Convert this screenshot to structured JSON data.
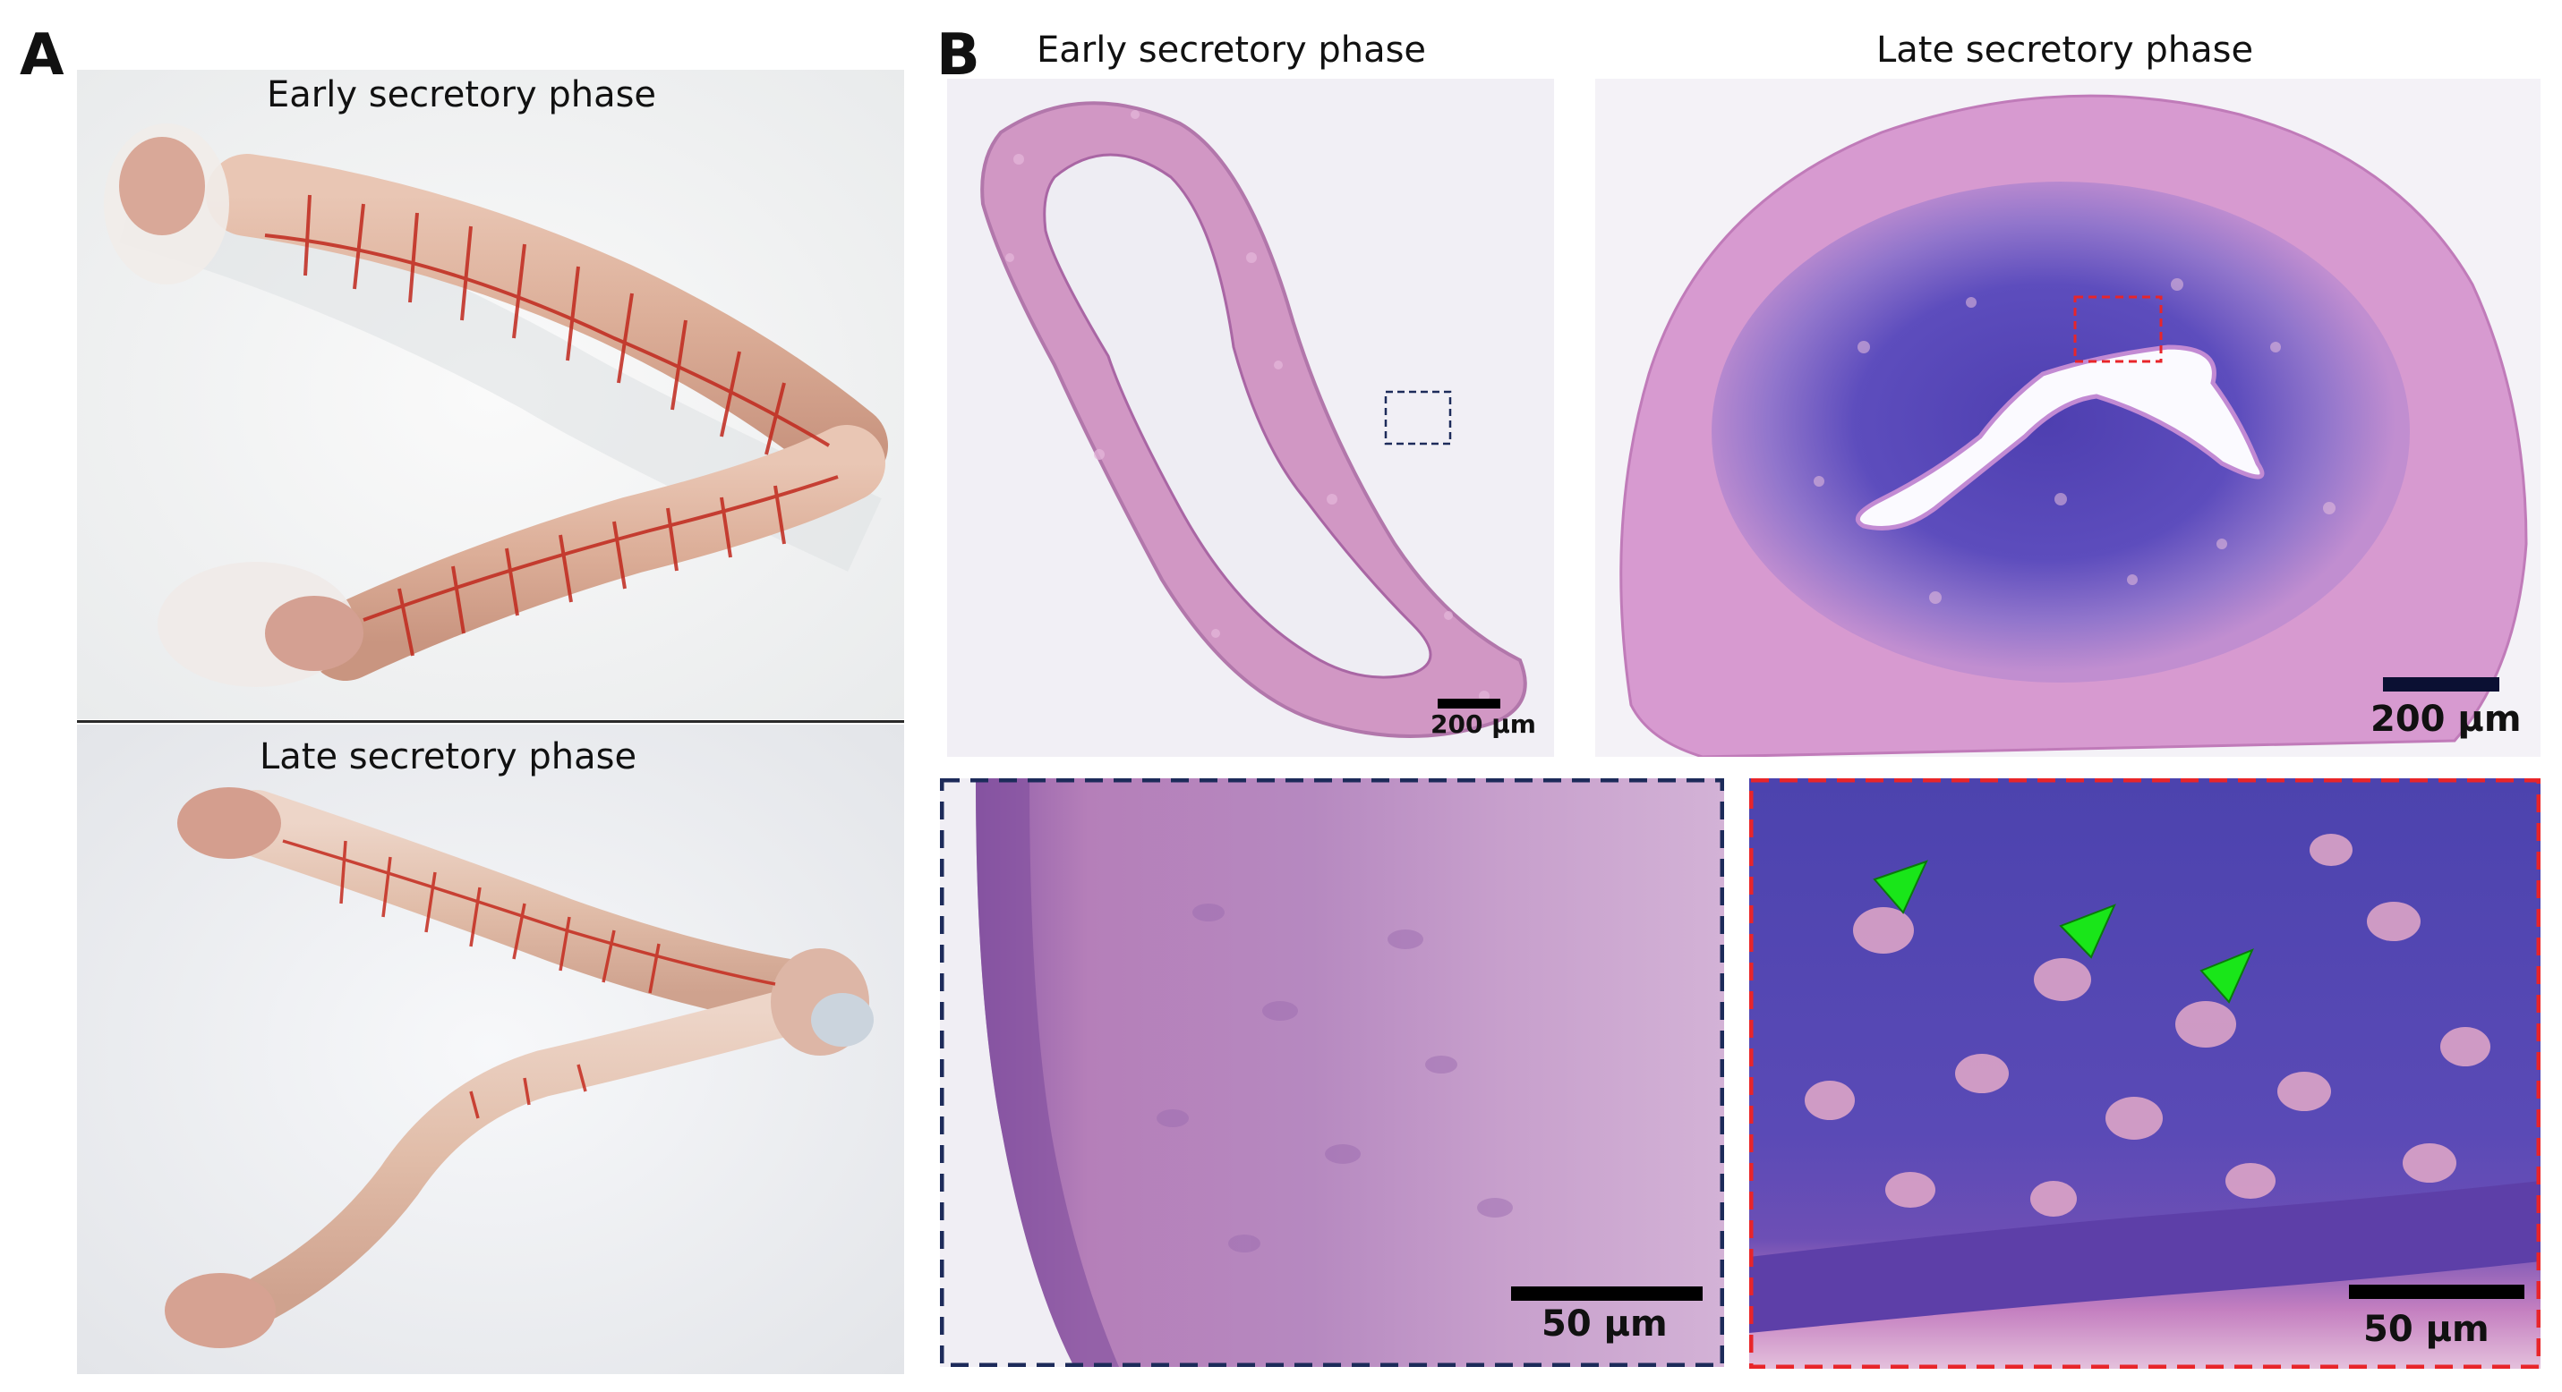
{
  "panel_a": {
    "letter": "A",
    "top_caption": "Early secretory phase",
    "bottom_caption": "Late secretory phase"
  },
  "panel_b": {
    "letter": "B",
    "left_caption": "Early secretory phase",
    "right_caption": "Late secretory phase",
    "scale_early": "200 μm",
    "scale_late": "200 μm",
    "scale_inset_left": "50 μm",
    "scale_inset_right": "50 μm"
  },
  "colors": {
    "inset_blue": "#1d2b5a",
    "inset_red": "#e8252a",
    "arrow_green": "#19e619",
    "he_pink": "#c98cc2",
    "he_purple": "#5b4bb3"
  }
}
